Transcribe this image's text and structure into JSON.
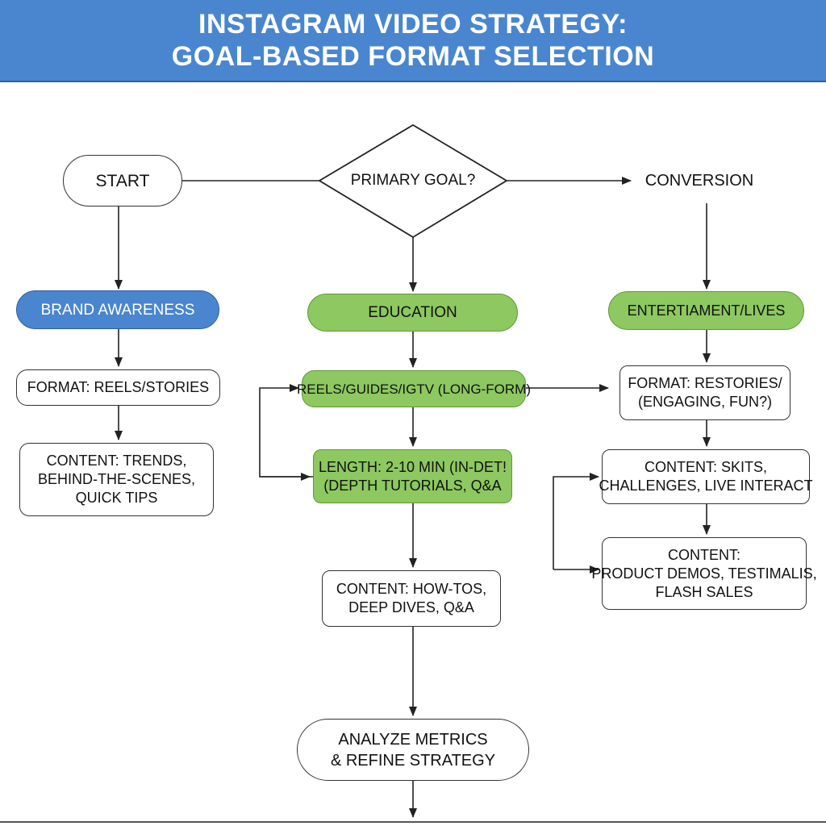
{
  "header": {
    "title_line1": "INSTAGRAM VIDEO STRATEGY:",
    "title_line2": "GOAL-BASED FORMAT SELECTION"
  },
  "colors": {
    "header_blue": "#4a86cf",
    "green": "#8dc860",
    "stroke": "#333333"
  },
  "nodes": {
    "start": "START",
    "primary_goal": "PRIMARY GOAL?",
    "conversion": "CONVERSION",
    "brand_awareness": "BRAND AWARENESS",
    "education": "EDUCATION",
    "entertainment": "ENTERTIAMENT/LIVES",
    "format_reels_stories": "FORMAT: REELS/STORIES",
    "content_trends": [
      "CONTENT: TRENDS,",
      "BEHIND-THE-SCENES,",
      "QUICK TIPS"
    ],
    "reels_guides_igtv": "REELS/GUIDES/IGTV (LONG-FORM)",
    "length": [
      "LENGTH: 2-10 MIN (IN-DET!",
      "(DEPTH TUTORIALS, Q&A"
    ],
    "content_howtos": [
      "CONTENT: HOW-TOS,",
      "DEEP DIVES, Q&A"
    ],
    "format_restories": [
      "FORMAT: RESTORIES/",
      "(ENGAGING, FUN?)"
    ],
    "content_skits": [
      "CONTENT: SKITS,",
      "CHALLENGES, LIVE INTERACT"
    ],
    "content_product": [
      "CONTENT:",
      "PRODUCT DEMOS, TESTIMALIS,",
      "FLASH SALES"
    ],
    "analyze": [
      "ANALYZE METRICS",
      "& REFINE STRATEGY"
    ]
  }
}
